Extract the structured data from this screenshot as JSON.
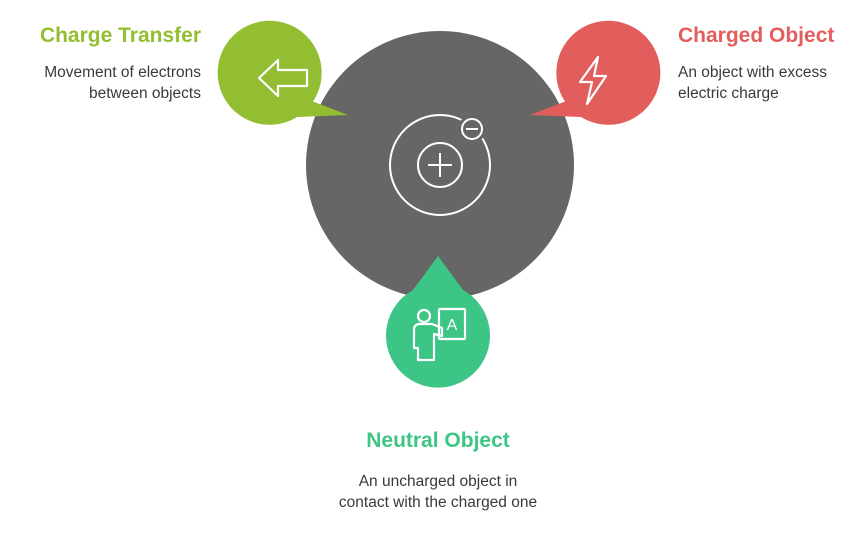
{
  "colors": {
    "center": "#666666",
    "transfer": "#93BE32",
    "charged": "#E15E5C",
    "neutral": "#3DC586",
    "icon": "#ffffff"
  },
  "center": {
    "icon": "atom-icon",
    "nucleus_symbol": "plus",
    "electron_symbol": "minus"
  },
  "nodes": {
    "transfer": {
      "title": "Charge Transfer",
      "description": "Movement of electrons between objects",
      "icon": "arrow-left-icon"
    },
    "charged": {
      "title": "Charged Object",
      "description": "An object with excess electric charge",
      "icon": "lightning-bolt-icon"
    },
    "neutral": {
      "title": "Neutral Object",
      "description": "An uncharged object in contact with the charged one",
      "icon": "teacher-board-icon",
      "icon_letter": "A"
    }
  }
}
